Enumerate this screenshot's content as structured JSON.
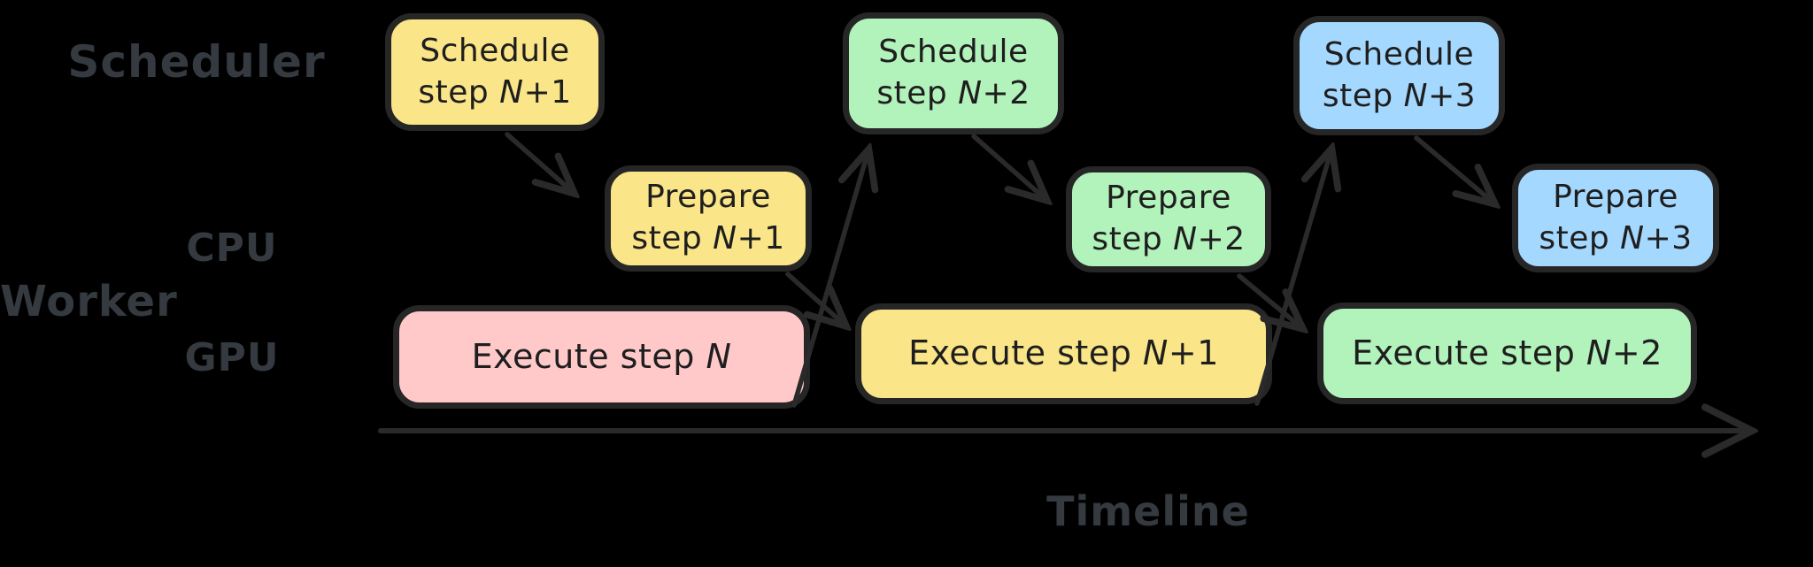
{
  "labels": {
    "scheduler": "Scheduler",
    "worker": "Worker",
    "cpu": "CPU",
    "gpu": "GPU",
    "timeline": "Timeline"
  },
  "colors": {
    "yellow": "#fae588",
    "green": "#b2f2bb",
    "blue": "#a5d8ff",
    "pink": "#ffc9c9",
    "box_border": "#262626",
    "arrow": "#2a2a2a",
    "label_text": "#343a40",
    "box_text": "#1e1e1e",
    "background": "#000000"
  },
  "boxes": [
    {
      "id": "schedule-step-n1",
      "color": "yellow",
      "line1": "Schedule",
      "line2_prefix": "step ",
      "variable": "N",
      "suffix": "+1"
    },
    {
      "id": "prepare-step-n1",
      "color": "yellow",
      "line1": "Prepare",
      "line2_prefix": "step ",
      "variable": "N",
      "suffix": "+1"
    },
    {
      "id": "schedule-step-n2",
      "color": "green",
      "line1": "Schedule",
      "line2_prefix": "step ",
      "variable": "N",
      "suffix": "+2"
    },
    {
      "id": "prepare-step-n2",
      "color": "green",
      "line1": "Prepare",
      "line2_prefix": "step ",
      "variable": "N",
      "suffix": "+2"
    },
    {
      "id": "schedule-step-n3",
      "color": "blue",
      "line1": "Schedule",
      "line2_prefix": "step ",
      "variable": "N",
      "suffix": "+3"
    },
    {
      "id": "prepare-step-n3",
      "color": "blue",
      "line1": "Prepare",
      "line2_prefix": "step ",
      "variable": "N",
      "suffix": "+3"
    },
    {
      "id": "execute-step-n",
      "color": "pink",
      "line1": "Execute step ",
      "variable": "N",
      "suffix": ""
    },
    {
      "id": "execute-step-n1",
      "color": "yellow",
      "line1": "Execute step ",
      "variable": "N",
      "suffix": "+1"
    },
    {
      "id": "execute-step-n2",
      "color": "green",
      "line1": "Execute step ",
      "variable": "N",
      "suffix": "+2"
    }
  ]
}
